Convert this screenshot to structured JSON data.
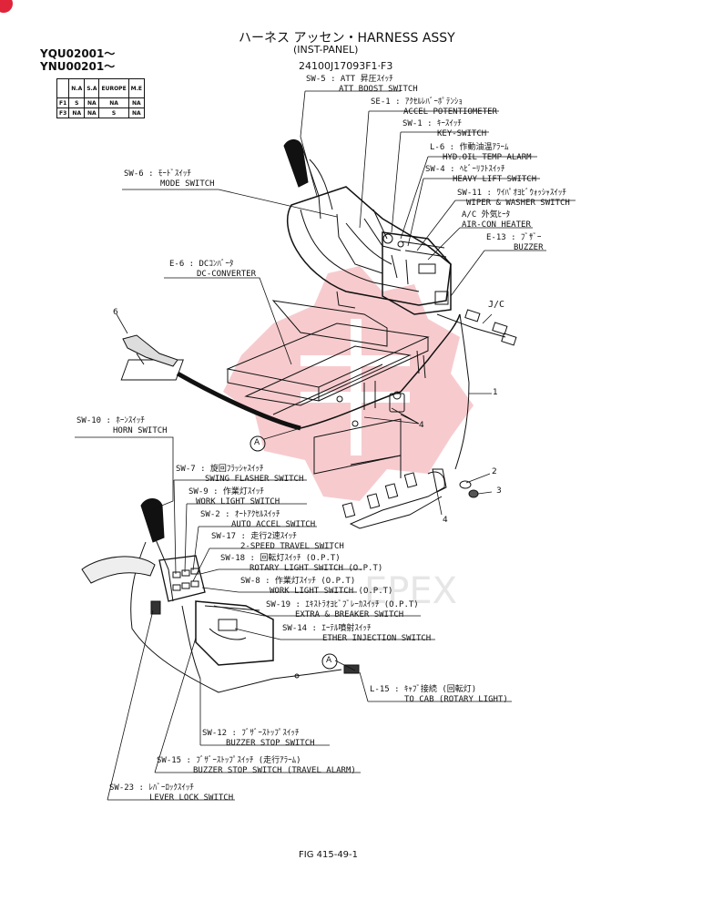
{
  "header": {
    "title": "ハーネス アッセン・HARNESS ASSY",
    "subtitle": "(INST-PANEL)",
    "part_number": "24100J17093F1·F3",
    "serial_1": "YQU02001～",
    "serial_2": "YNU00201～",
    "figure": "FIG 415-49-1",
    "watermark": "EPEX"
  },
  "applicability": {
    "columns": [
      "",
      "N.A",
      "S.A",
      "EUROPE",
      "M.E"
    ],
    "rows": [
      [
        "F1",
        "S",
        "NA",
        "NA",
        "NA"
      ],
      [
        "F3",
        "NA",
        "NA",
        "S",
        "NA"
      ]
    ]
  },
  "callouts": {
    "sw5": {
      "jp": "SW-5 : ATT 昇圧ｽｲｯﾁ",
      "en": "ATT BOOST SWITCH"
    },
    "se1": {
      "jp": "SE-1 : ｱｸｾﾙﾚﾊﾞｰﾎﾟﾃﾝｼｮ",
      "en": "ACCEL POTENTIOMETER"
    },
    "sw1": {
      "jp": "SW-1 : ｷｰｽｲｯﾁ",
      "en": "KEY-SWITCH"
    },
    "l6": {
      "jp": "L-6 : 作動油温ｱﾗｰﾑ",
      "en": "HYD.OIL TEMP ALARM"
    },
    "sw4": {
      "jp": "SW-4 : ﾍﾋﾞｰﾘﾌﾄｽｲｯﾁ",
      "en": "HEAVY LIFT SWITCH"
    },
    "sw11": {
      "jp": "SW-11 : ﾜｲﾊﾟｵﾖﾋﾞｳｫｯｼｬｽｲｯﾁ",
      "en": "WIPER & WASHER SWITCH"
    },
    "ac": {
      "jp": "A/C 外気ﾋｰﾀ",
      "en": "AIR-CON HEATER"
    },
    "e13": {
      "jp": "E-13 : ﾌﾞｻﾞｰ",
      "en": "BUZZER"
    },
    "sw6": {
      "jp": "SW-6 : ﾓｰﾄﾞｽｲｯﾁ",
      "en": "MODE SWITCH"
    },
    "e6": {
      "jp": "E-6 : DCｺﾝﾊﾞｰﾀ",
      "en": "DC-CONVERTER"
    },
    "jc": {
      "jp": "J/C"
    },
    "sw10": {
      "jp": "SW-10 : ﾎｰﾝｽｲｯﾁ",
      "en": "HORN SWITCH"
    },
    "sw7": {
      "jp": "SW-7 : 旋回ﾌﾗｯｼｬｽｲｯﾁ",
      "en": "SWING FLASHER SWITCH"
    },
    "sw9": {
      "jp": "SW-9 : 作業灯ｽｲｯﾁ",
      "en": "WORK LIGHT SWITCH"
    },
    "sw2": {
      "jp": "SW-2 : ｵｰﾄｱｸｾﾙｽｲｯﾁ",
      "en": "AUTO ACCEL SWITCH"
    },
    "sw17": {
      "jp": "SW-17 : 走行2速ｽｲｯﾁ",
      "en": "2-SPEED TRAVEL SWITCH"
    },
    "sw18": {
      "jp": "SW-18 : 回転灯ｽｲｯﾁ (O.P.T)",
      "en": "ROTARY LIGHT SWITCH (O.P.T)"
    },
    "sw8": {
      "jp": "SW-8 : 作業灯ｽｲｯﾁ (O.P.T)",
      "en": "WORK LIGHT SWITCH (O.P.T)"
    },
    "sw19": {
      "jp": "SW-19 : ｴｷｽﾄﾗｵﾖﾋﾞﾌﾞﾚｰｶｽｲｯﾁ (O.P.T)",
      "en": "EXTRA & BREAKER SWITCH"
    },
    "sw14": {
      "jp": "SW-14 : ｴｰﾃﾙ噴射ｽｲｯﾁ",
      "en": "ETHER INJECTION SWITCH"
    },
    "l15": {
      "jp": "L-15 : ｷｬﾌﾞ接続 (回転灯)",
      "en": "TO CAB (ROTARY LIGHT)"
    },
    "sw12": {
      "jp": "SW-12 : ﾌﾞｻﾞｰｽﾄｯﾌﾟｽｲｯﾁ",
      "en": "BUZZER STOP SWITCH"
    },
    "sw15": {
      "jp": "SW-15 : ﾌﾞｻﾞｰｽﾄｯﾌﾟｽｲｯﾁ (走行ｱﾗｰﾑ)",
      "en": "BUZZER STOP SWITCH (TRAVEL ALARM)"
    },
    "sw23": {
      "jp": "SW-23 : ﾚﾊﾞｰﾛｯｸｽｲｯﾁ",
      "en": "LEVER LOCK SWITCH"
    }
  },
  "part_refs": {
    "p1": "1",
    "p2": "2",
    "p3": "3",
    "p4a": "4",
    "p4b": "4",
    "p6": "6",
    "a1": "A",
    "a2": "A"
  },
  "colors": {
    "watermark": "#f4b9bd",
    "ink": "#111111",
    "badge": "#e0243a"
  }
}
